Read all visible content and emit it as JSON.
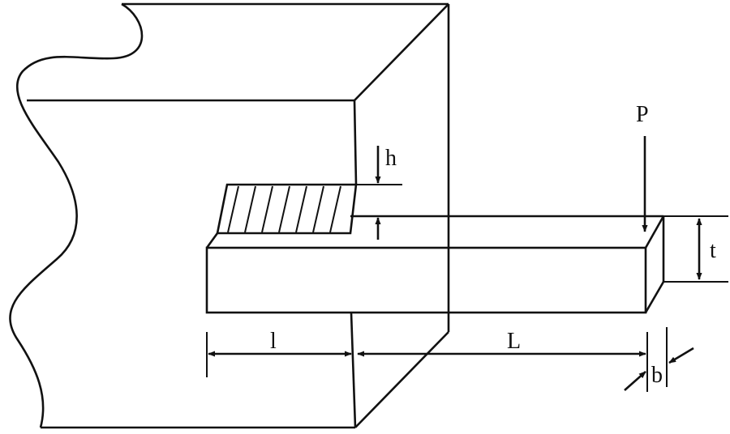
{
  "labels": {
    "load": "P",
    "weld_size": "h",
    "thickness": "t",
    "weld_length": "l",
    "beam_length": "L",
    "width": "b"
  },
  "colors": {
    "ink": "#111111",
    "background": "#ffffff"
  }
}
